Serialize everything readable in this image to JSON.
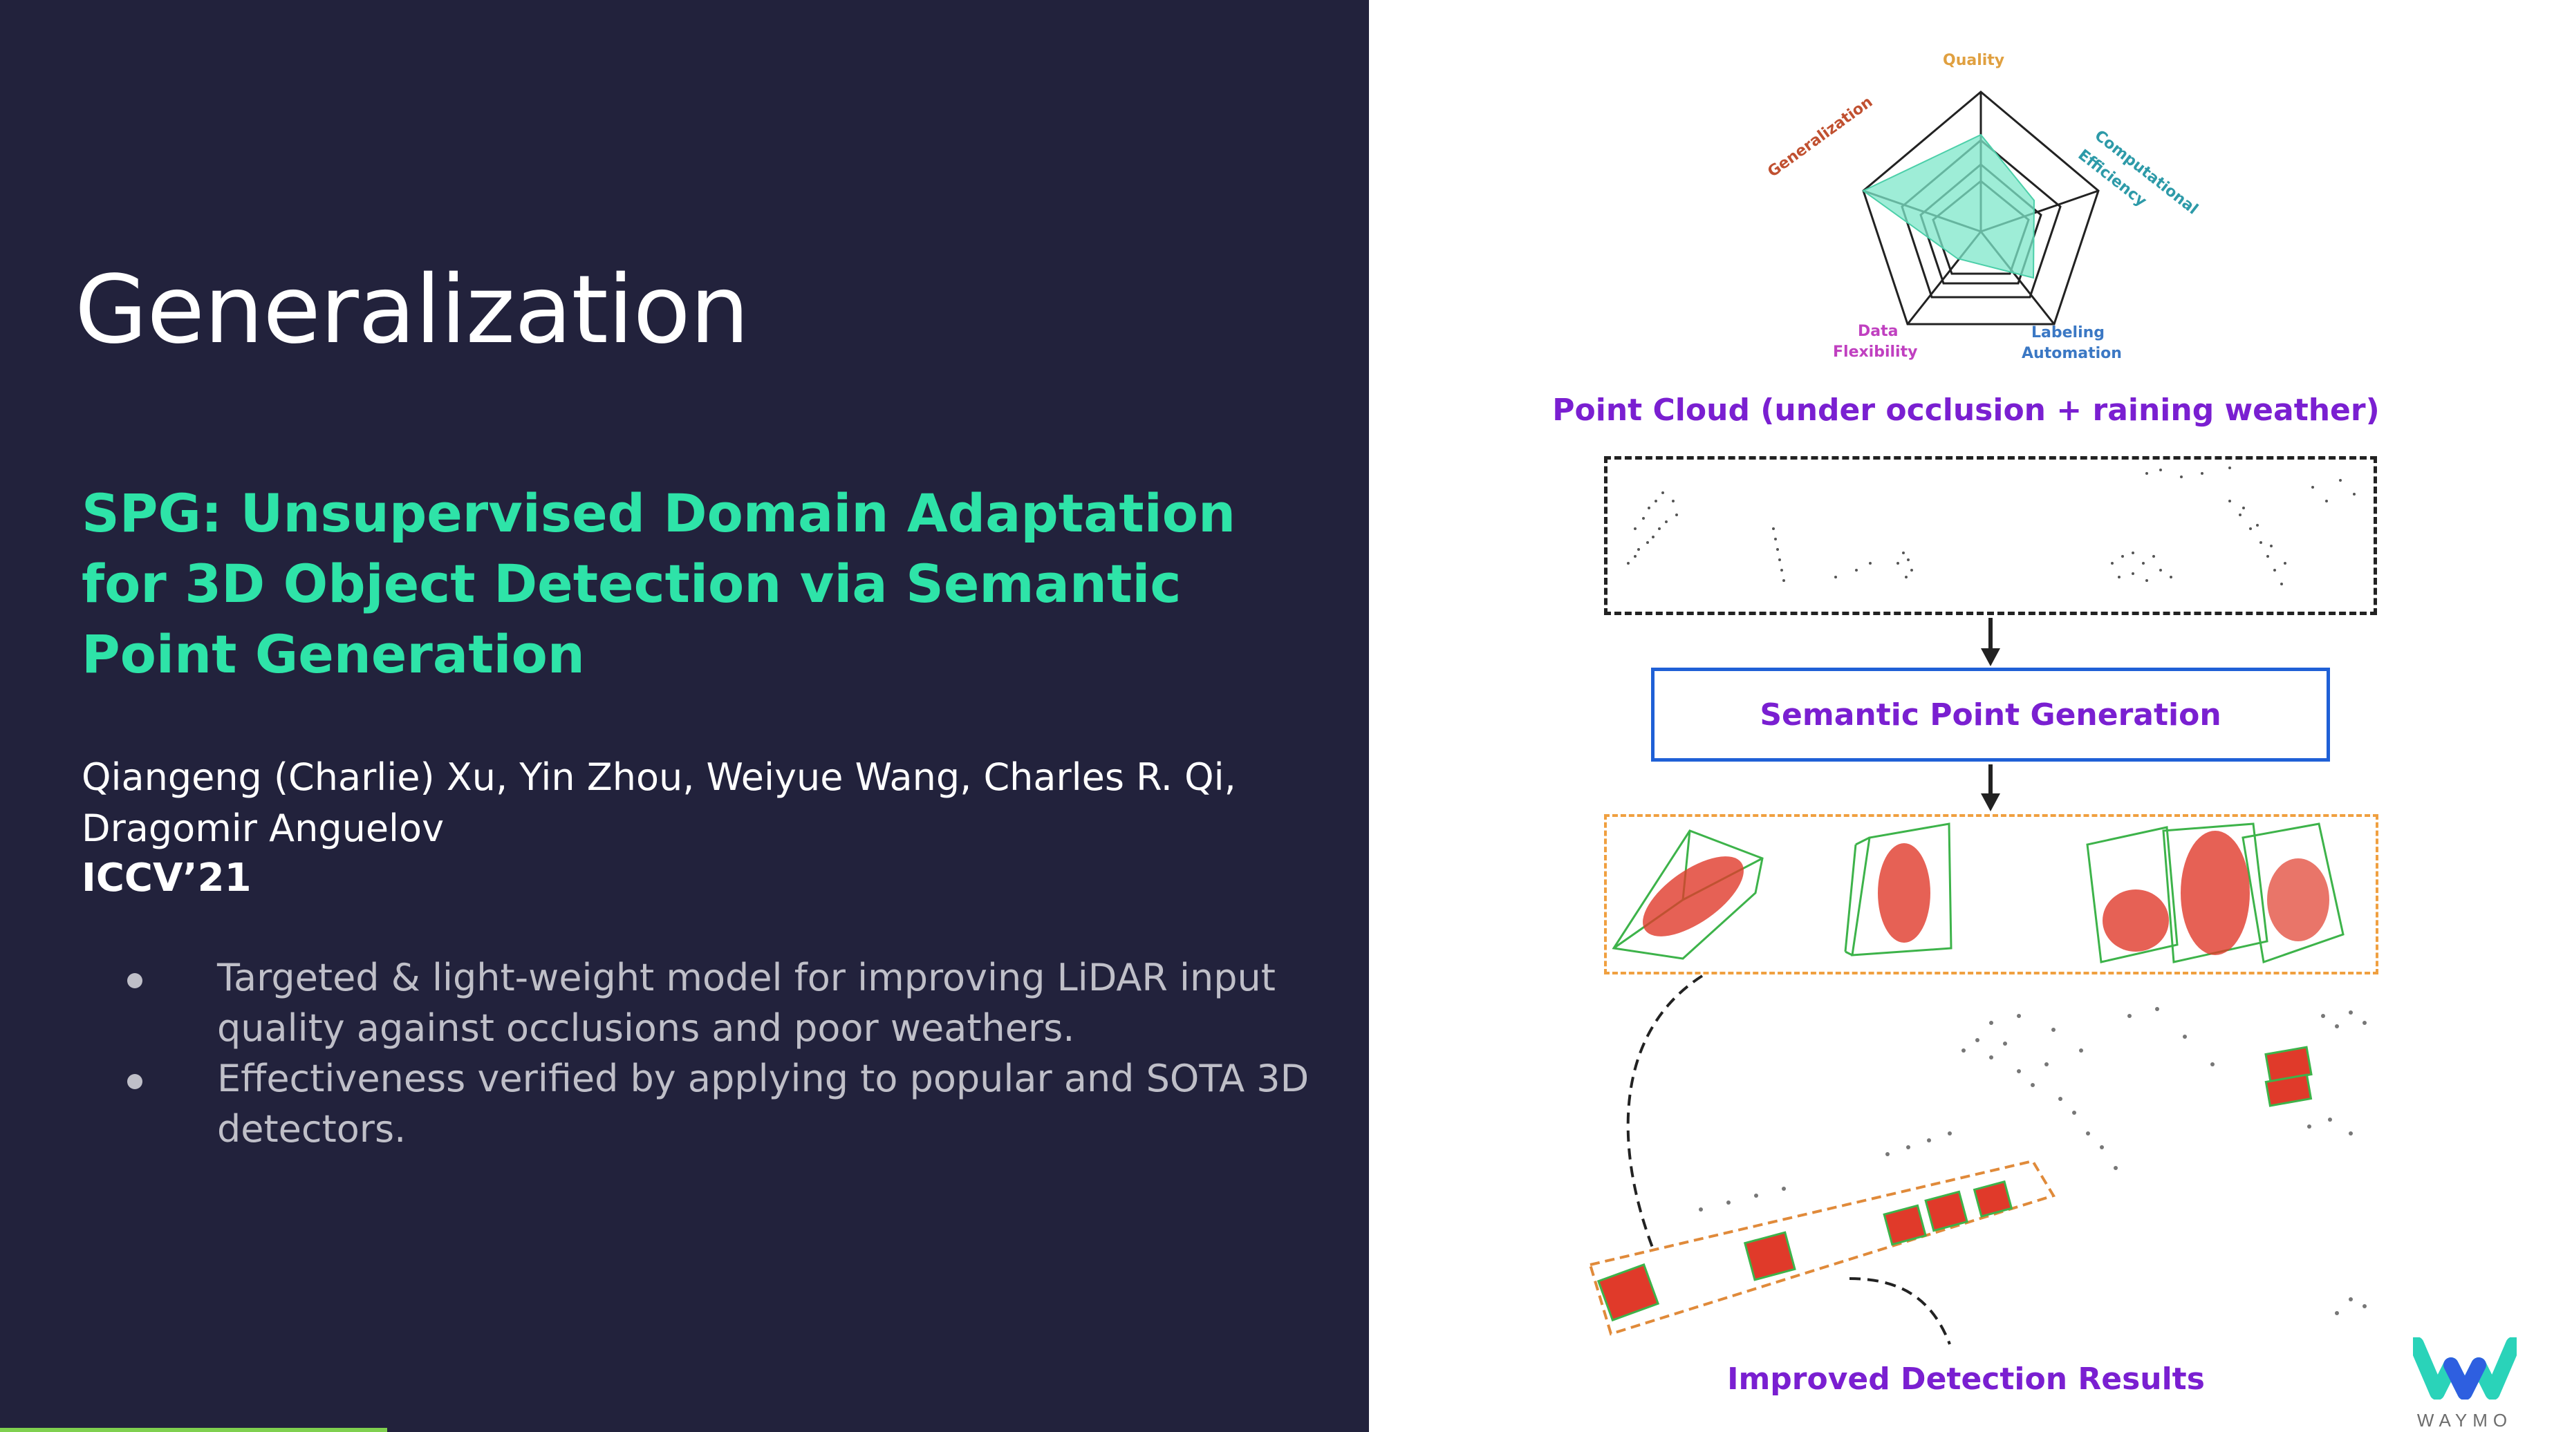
{
  "left": {
    "title": "Generalization",
    "paper_title": "SPG: Unsupervised Domain Adaptation for 3D Object Detection via Semantic Point Generation",
    "authors": "Qiangeng (Charlie) Xu, Yin Zhou, Weiyue Wang, Charles R. Qi, Dragomir Anguelov",
    "venue": "ICCV’21",
    "bullets": [
      "Targeted & light-weight model for improving LiDAR input quality against occlusions and poor weathers.",
      "Effectiveness verified by applying to popular and SOTA 3D detectors."
    ]
  },
  "radar": {
    "axes": [
      "Quality",
      "Computational Efficiency",
      "Labeling Automation",
      "Data Flexibility",
      "Generalization"
    ],
    "label_quality": "Quality",
    "label_computational": "Computational",
    "label_efficiency": "Efficiency",
    "label_labeling": "Labeling",
    "label_automation": "Automation",
    "label_data": "Data",
    "label_flexibility": "Flexibility",
    "label_generalization": "Generalization",
    "fill_color": "#7ee7c9",
    "axis_colors": {
      "quality": "#e0a040",
      "computational": "#2d9aa8",
      "labeling": "#3b78c4",
      "data": "#c040c0",
      "generalization": "#c05030"
    }
  },
  "pipeline": {
    "input_label": "Point Cloud (under occlusion + raining weather)",
    "module_label": "Semantic Point Generation",
    "output_label": "Improved Detection Results"
  },
  "logo": {
    "text": "WAYMO"
  },
  "colors": {
    "left_bg": "#22223c",
    "accent_green": "#2ee3a8",
    "label_purple": "#7a1fd1",
    "module_blue": "#1f60d6",
    "box_orange": "#f0a040",
    "points_red": "#e03a2a",
    "box_green": "#3db34a"
  }
}
